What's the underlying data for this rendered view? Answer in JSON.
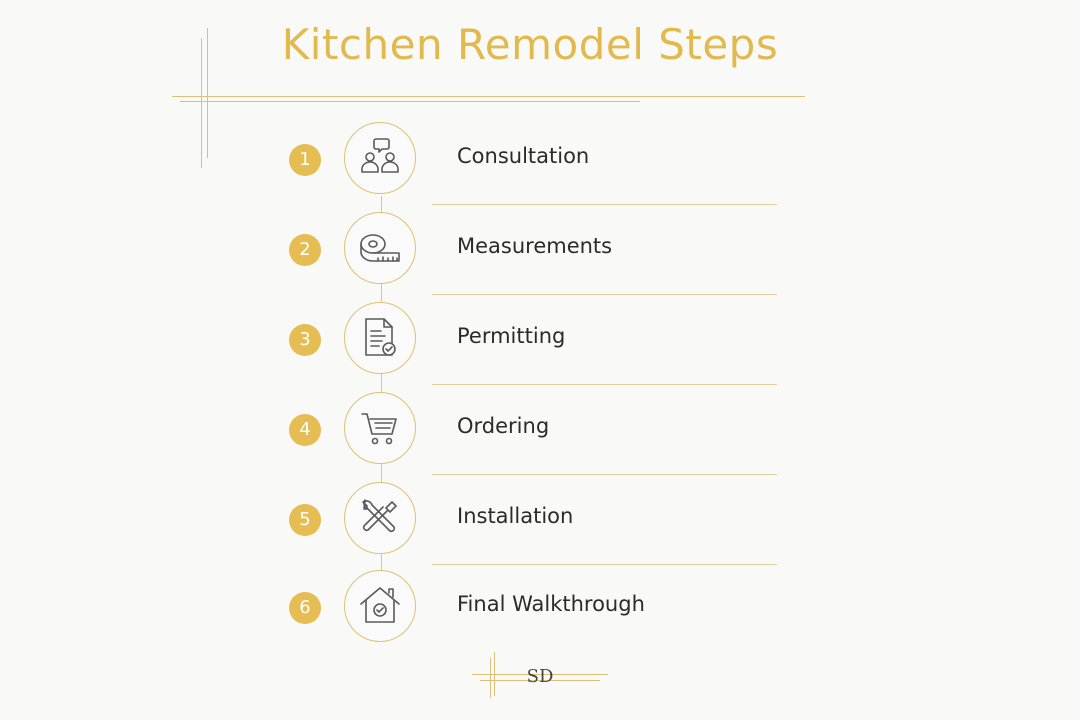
{
  "title": "Kitchen Remodel Steps",
  "accent_color": "#e5bd52",
  "steps": [
    {
      "number": "1",
      "label": "Consultation",
      "icon": "consultation-icon"
    },
    {
      "number": "2",
      "label": "Measurements",
      "icon": "measuring-tape-icon"
    },
    {
      "number": "3",
      "label": "Permitting",
      "icon": "document-check-icon"
    },
    {
      "number": "4",
      "label": "Ordering",
      "icon": "shopping-cart-icon"
    },
    {
      "number": "5",
      "label": "Installation",
      "icon": "tools-icon"
    },
    {
      "number": "6",
      "label": "Final Walkthrough",
      "icon": "house-check-icon"
    }
  ],
  "logo": {
    "text": "SD"
  }
}
